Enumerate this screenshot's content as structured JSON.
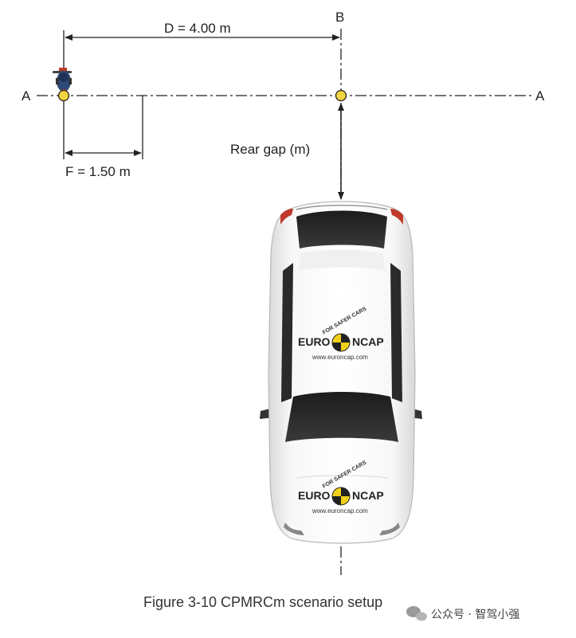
{
  "labels": {
    "point_a_left": "A",
    "point_a_right": "A",
    "point_b": "B",
    "distance_d": "D = 4.00 m",
    "distance_f": "F = 1.50 m",
    "rear_gap": "Rear gap (m)"
  },
  "vehicle": {
    "logo_front": {
      "brand_left": "EURO",
      "brand_right": "NCAP",
      "arc_text": "FOR SAFER CARS",
      "url": "www.euroncap.com"
    },
    "logo_rear": {
      "brand_left": "EURO",
      "brand_right": "NCAP",
      "arc_text": "FOR SAFER CARS",
      "url": "www.euroncap.com"
    }
  },
  "caption": "Figure 3-10 CPMRCm scenario setup",
  "watermark": "公众号 · 智驾小强",
  "colors": {
    "marker_fill": "#f5d442",
    "line": "#222222",
    "logo_yellow": "#f2d11a"
  }
}
